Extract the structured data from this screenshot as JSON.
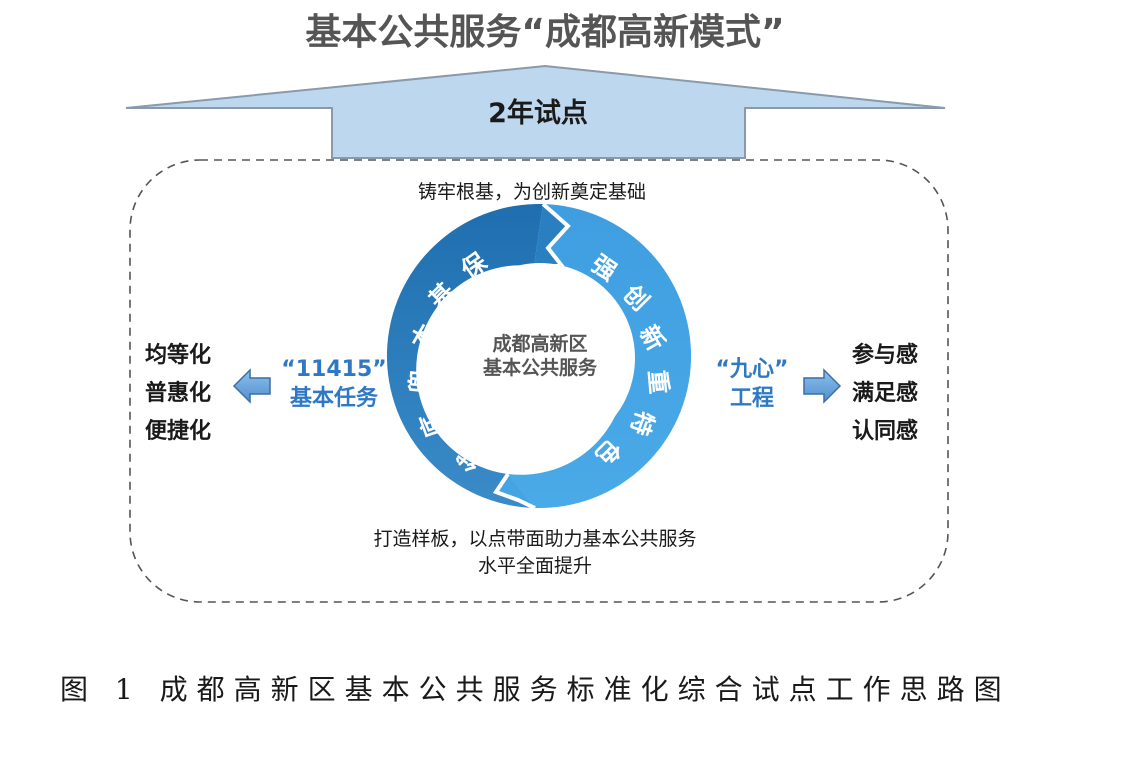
{
  "title": "基本公共服务“成都高新模式”",
  "roof_label": "2年试点",
  "top_text": "铸牢根基，为创新奠定基础",
  "bottom_text_line1": "打造样板，以点带面助力基本公共服务",
  "bottom_text_line2": "水平全面提升",
  "center_line1": "成都高新区",
  "center_line2": "基本公共服务",
  "left_arc_chars": [
    "保",
    "基",
    "本",
    "兜",
    "底",
    "线"
  ],
  "right_arc_chars": [
    "强",
    "创",
    "新",
    "重",
    "特",
    "色"
  ],
  "left_task_line1": "“11415”",
  "left_task_line2": "基本任务",
  "right_task_line1": "“九心”",
  "right_task_line2": "工程",
  "left_outcomes": [
    "均等化",
    "普惠化",
    "便捷化"
  ],
  "right_outcomes": [
    "参与感",
    "满足感",
    "认同感"
  ],
  "caption": "图 1 成都高新区基本公共服务标准化综合试点工作思路图",
  "colors": {
    "left_arc": "#2a7fc0",
    "right_arc": "#45a4e3",
    "accent_text": "#2f78c4",
    "roof": "#bdd7ee",
    "roof_edge": "#8a9aaa",
    "arrow": "#6fa8dc"
  }
}
